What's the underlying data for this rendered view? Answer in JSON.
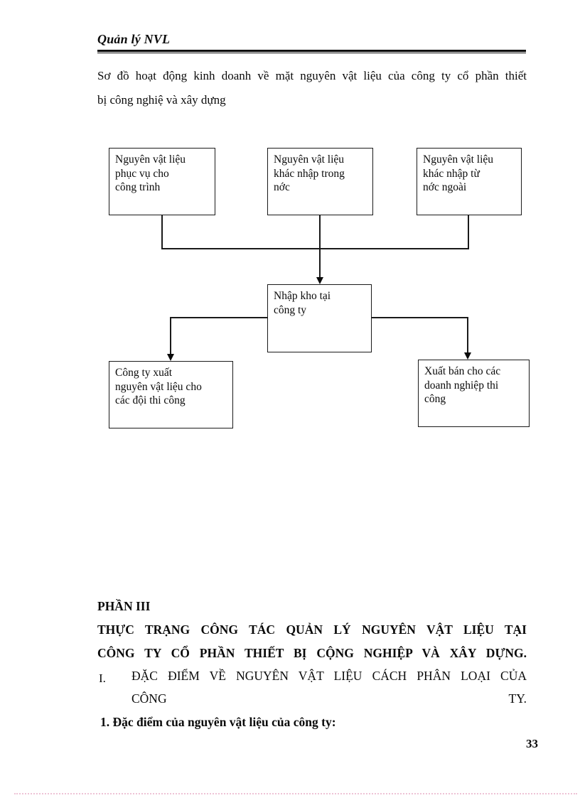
{
  "header": {
    "title": "Quản lý NVL"
  },
  "intro": {
    "line1": "Sơ đồ hoạt động kinh doanh về mặt nguyên vật liệu của công ty cổ phần thiết",
    "line2": "bị công nghiệ và xây dựng"
  },
  "diagram": {
    "boxes": [
      {
        "id": "nvl-phuc-vu-cong-trinh",
        "lines": [
          "Nguyên vật liệu",
          "phục vụ cho",
          "công trình"
        ]
      },
      {
        "id": "nvl-khac-nhap-trong-noc",
        "lines": [
          "Nguyên vật liệu",
          "khác nhập trong",
          "nớc"
        ]
      },
      {
        "id": "nvl-khac-nhap-tu-noc-ngoai",
        "lines": [
          "Nguyên vật liệu",
          "khác nhập từ",
          "nớc   ngoài"
        ]
      },
      {
        "id": "nhap-kho-tai-cong-ty",
        "lines": [
          "Nhập kho tại",
          "công ty"
        ]
      },
      {
        "id": "cong-ty-xuat-nvl",
        "lines": [
          "Công ty xuất",
          "nguyên vật liệu cho",
          "các đội thi công"
        ]
      },
      {
        "id": "xuat-ban-doanh-nghiep",
        "lines": [
          "Xuất bán cho các",
          "doanh nghiệp thi",
          "công"
        ]
      }
    ]
  },
  "section": {
    "part_label": "PHẦN III",
    "title_line1": "THỰC TRẠNG CÔNG TÁC QUẢN LÝ NGUYÊN VẬT LIỆU TẠI",
    "title_line2": "CÔNG TY CỔ PHẦN THIẾT BỊ CỘNG NGHIỆP VÀ XÂY DỰNG.",
    "item_numeral": "I.",
    "item_line1": "ĐẶC ĐIỂM VỀ NGUYÊN VẬT LIỆU CÁCH PHÂN LOẠI CỦA",
    "item_line2_left": "CÔNG",
    "item_line2_right": "TY.",
    "subheading": "1. Đặc điểm của nguyên vật liệu của công ty:"
  },
  "footer": {
    "page_number": "33"
  },
  "colors": {
    "ink": "#0a0a0a",
    "page_bg": "#ffffff",
    "bottom_rule_pink": "#eec3d6"
  }
}
